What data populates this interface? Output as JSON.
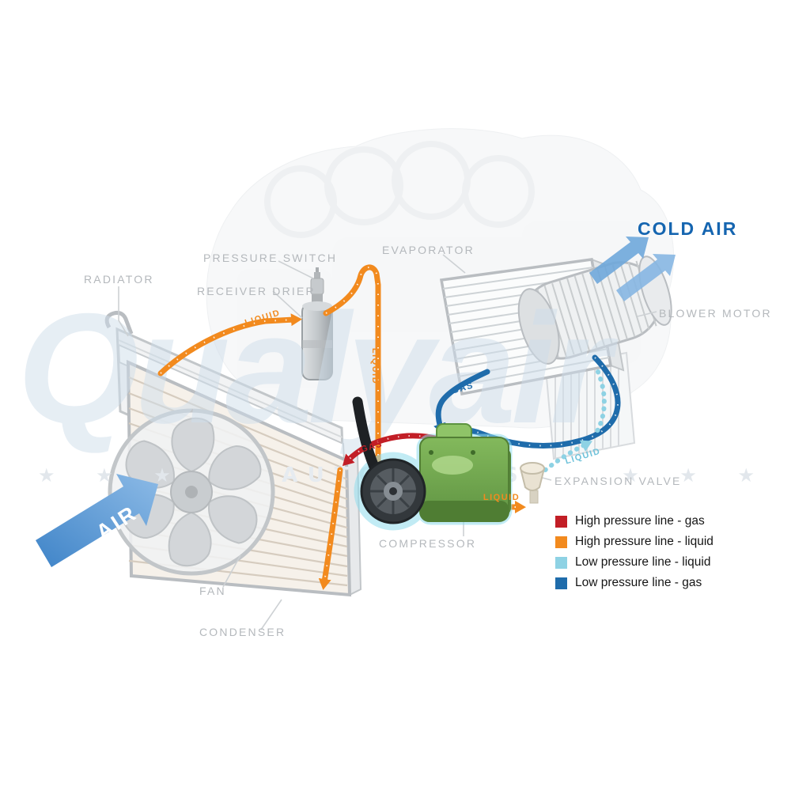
{
  "watermark": {
    "brand": "Qualyair",
    "stars_left": "★ ★ ★",
    "stars_right": "★ ★ ★",
    "subtext": "AUTO PARTS"
  },
  "component_labels": {
    "radiator": "RADIATOR",
    "pressure_switch": "PRESSURE SWITCH",
    "receiver_drier": "RECEIVER DRIER",
    "evaporator": "EVAPORATOR",
    "cold_air": "COLD AIR",
    "blower_motor": "BLOWER MOTOR",
    "expansion_valve": "EXPANSION VALVE",
    "compressor": "COMPRESSOR",
    "fan": "FAN",
    "condenser": "CONDENSER",
    "air": "AIR"
  },
  "pipe_labels": {
    "liquid_to_drier": "LIQUID",
    "liquid_down": "LIQUID",
    "gas_to_compressor": "GAS",
    "gas_to_condenser": "GAS",
    "liquid_to_evaporator": "LIQUID",
    "liquid_to_valve": "LIQUID"
  },
  "legend": {
    "items": [
      {
        "label": "High pressure line - gas",
        "color": "#c21e26"
      },
      {
        "label": "High pressure line - liquid",
        "color": "#f28a1e"
      },
      {
        "label": "Low pressure line - liquid",
        "color": "#8ed2e4"
      },
      {
        "label": "Low pressure line -  gas",
        "color": "#1f6cab"
      }
    ]
  },
  "colors": {
    "high_gas": "#c21e26",
    "high_liquid": "#f28a1e",
    "low_liquid": "#8ed2e4",
    "low_gas": "#1f6cab",
    "cold_air_text": "#1565b0",
    "air_arrow": "#5b97d4",
    "compressor_green": "#6faf4b",
    "label_gray": "#b4b8bc"
  }
}
